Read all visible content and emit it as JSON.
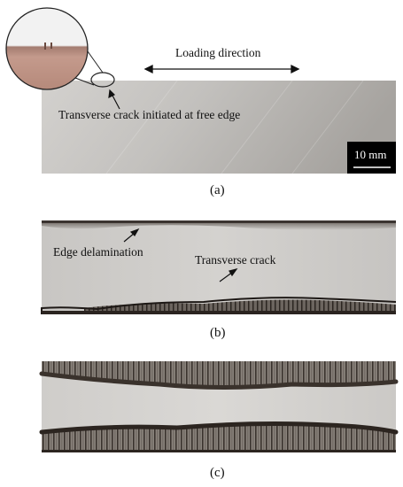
{
  "figure": {
    "panel_a": {
      "caption": "(a)",
      "loading_direction_label": "Loading direction",
      "crack_annotation": "Transverse crack initiated at free edge",
      "scale_bar_label": "10 mm"
    },
    "panel_b": {
      "caption": "(b)",
      "edge_delamination_label": "Edge delamination",
      "transverse_crack_label": "Transverse crack"
    },
    "panel_c": {
      "caption": "(c)"
    },
    "colors": {
      "specimen_light": "#d8d6d3",
      "specimen_dark": "#a9a6a2",
      "crack_dark": "#2a2420",
      "inset_tone": "#b98e80"
    }
  }
}
